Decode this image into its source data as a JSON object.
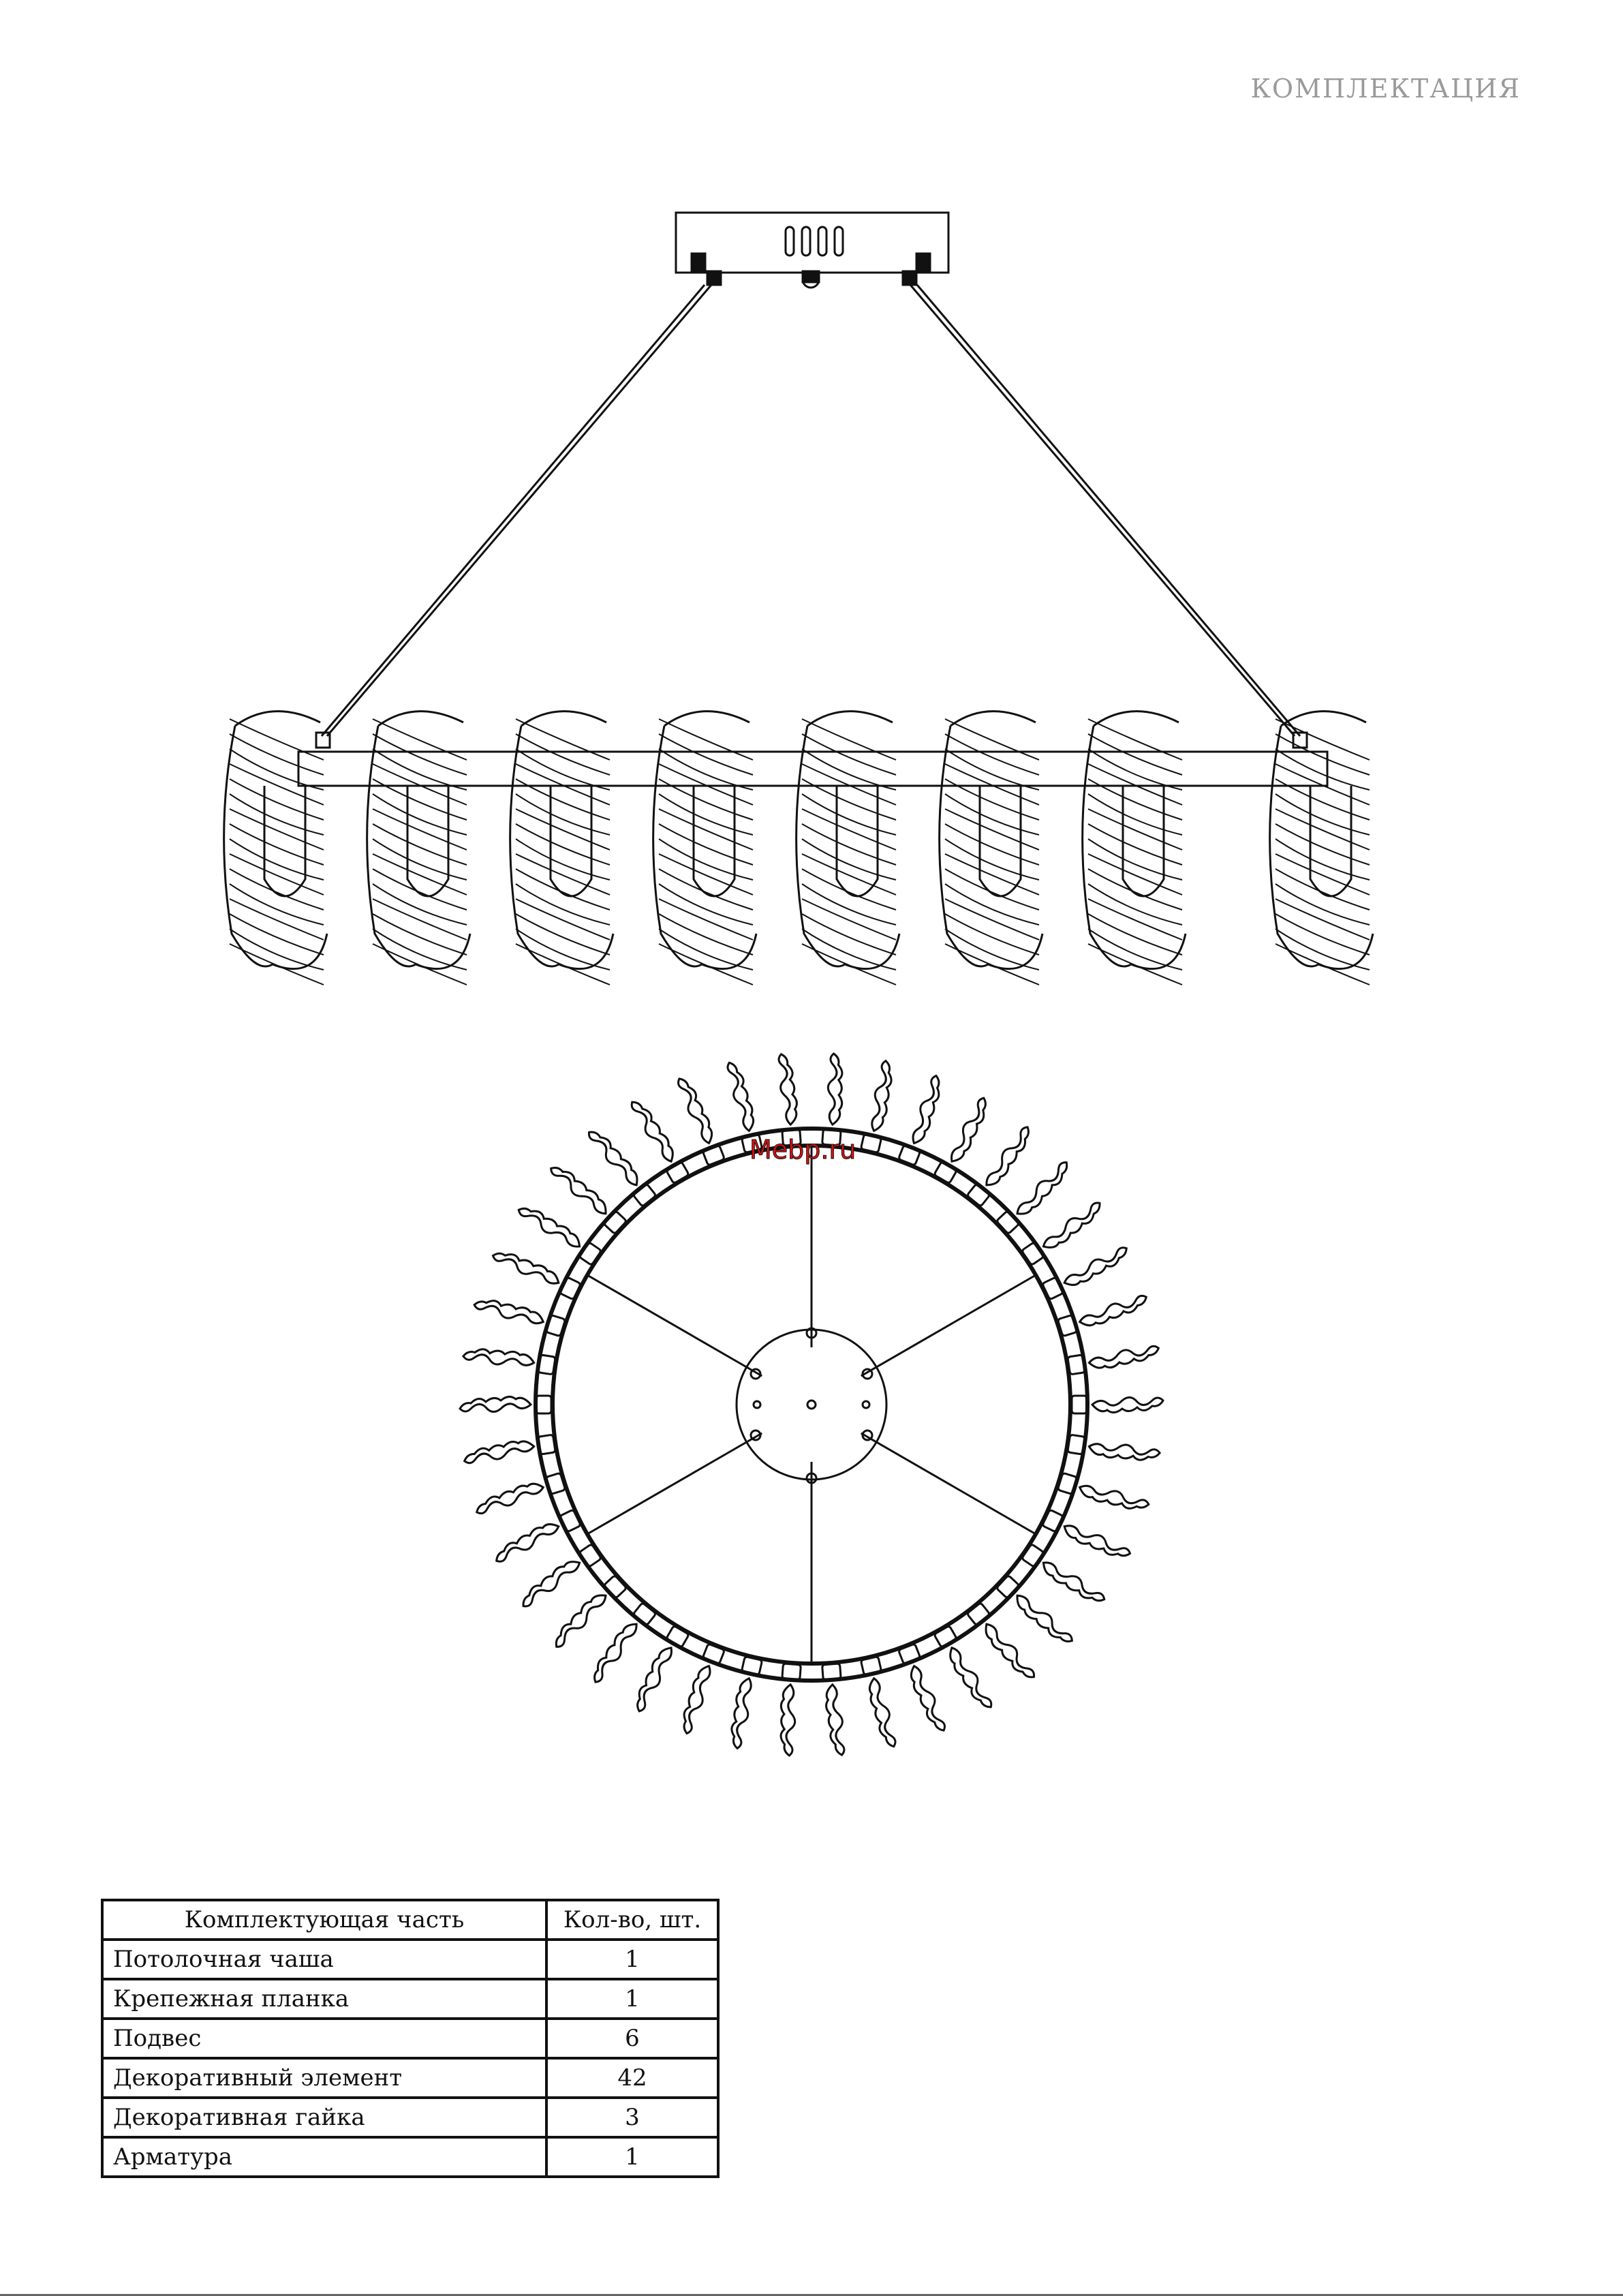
{
  "header": {
    "section_title": "КОМПЛЕКТАЦИЯ"
  },
  "watermark": {
    "text": "Mebp.ru"
  },
  "parts_table": {
    "headers": {
      "part": "Комплектующая часть",
      "qty": "Кол-во, шт."
    },
    "rows": [
      {
        "part": "Потолочная чаша",
        "qty": "1"
      },
      {
        "part": "Крепежная планка",
        "qty": "1"
      },
      {
        "part": "Подвес",
        "qty": "6"
      },
      {
        "part": "Декоративный элемент",
        "qty": "42"
      },
      {
        "part": "Декоративная гайка",
        "qty": "3"
      },
      {
        "part": "Арматура",
        "qty": "1"
      }
    ]
  }
}
